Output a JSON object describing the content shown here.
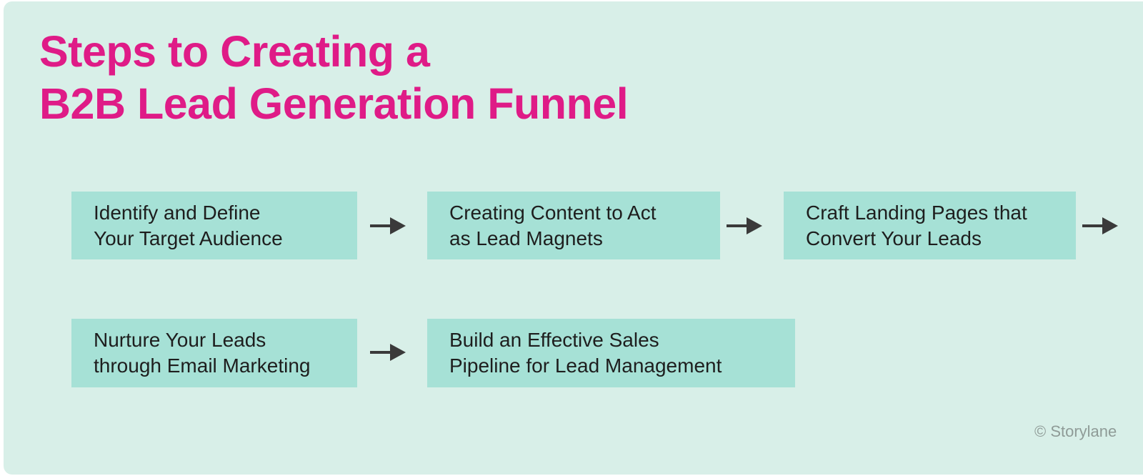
{
  "title": "Steps to Creating a\nB2B Lead Generation Funnel",
  "steps": [
    {
      "label": "Identify and Define\nYour Target Audience"
    },
    {
      "label": "Creating Content to Act\nas Lead Magnets"
    },
    {
      "label": "Craft Landing Pages that\nConvert Your Leads"
    },
    {
      "label": "Nurture Your Leads\nthrough Email Marketing"
    },
    {
      "label": "Build an Effective Sales\nPipeline for Lead Management"
    }
  ],
  "watermark": "© Storylane",
  "colors": {
    "background": "#d8efe8",
    "step_box": "#a6e1d6",
    "title": "#df1b87",
    "step_text": "#1e1e1e",
    "arrow": "#3a3a3a",
    "watermark": "#8f9b97"
  }
}
